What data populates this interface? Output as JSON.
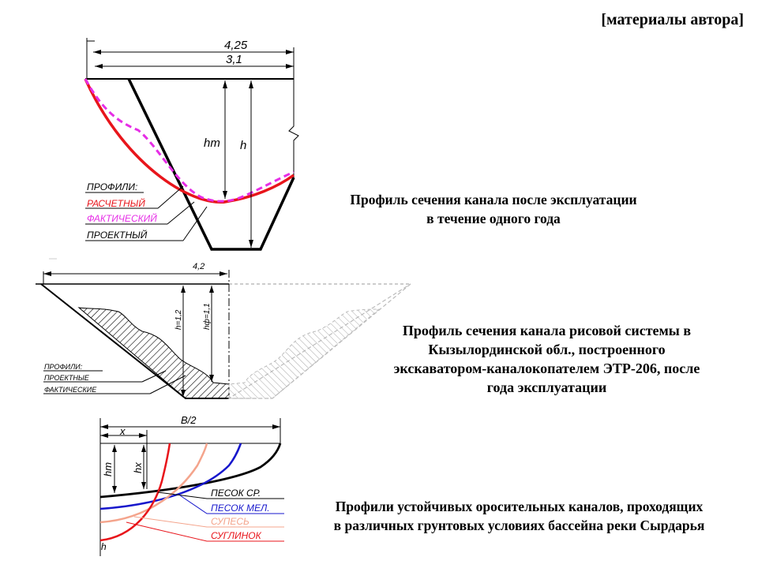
{
  "credit": "[материалы автора]",
  "diagram1": {
    "dim_top": "4,25",
    "dim_second": "3,1",
    "depth_hm": "hm",
    "depth_h": "h",
    "legend_title": "ПРОФИЛИ:",
    "legend_calc": "РАСЧЕТНЫЙ",
    "legend_actual": "ФАКТИЧЕСКИЙ",
    "legend_design": "ПРОЕКТНЫЙ",
    "caption_line1": "Профиль сечения канала после эксплуатации",
    "caption_line2": "в течение одного года"
  },
  "diagram2": {
    "dim_width": "4,2",
    "depth_design": "h=1,2",
    "depth_actual": "hф=1,1",
    "legend_title": "ПРОФИЛИ:",
    "legend_design": "ПРОЕКТНЫЕ",
    "legend_actual": "ФАКТИЧЕСКИЕ",
    "caption_line1": "Профиль сечения канала рисовой системы в",
    "caption_line2": "Кызылординской обл., построенного",
    "caption_line3": "экскаватором-каналокопателем ЭТР-206, после",
    "caption_line4": "года эксплуатации"
  },
  "diagram3": {
    "dim_half_width": "B/2",
    "dim_x": "x",
    "depth_hm": "hm",
    "depth_hx": "hx",
    "axis_h": "h",
    "legend_sand_medium": "ПЕСОК СР.",
    "legend_sand_fine": "ПЕСОК МЕЛ.",
    "legend_sandy_loam": "СУПЕСЬ",
    "legend_loam": "СУГЛИНОК",
    "caption_line1": "Профили устойчивых оросительных каналов, проходящих",
    "caption_line2": "в различных грунтовых условиях бассейна реки Сырдарья"
  },
  "colors": {
    "calc_profile": "#e8151b",
    "actual_profile": "#e62ee6",
    "design_profile": "#000000",
    "sand_medium": "#000000",
    "sand_fine": "#1717cc",
    "sandy_loam": "#f4a48c",
    "loam": "#e8151b"
  }
}
